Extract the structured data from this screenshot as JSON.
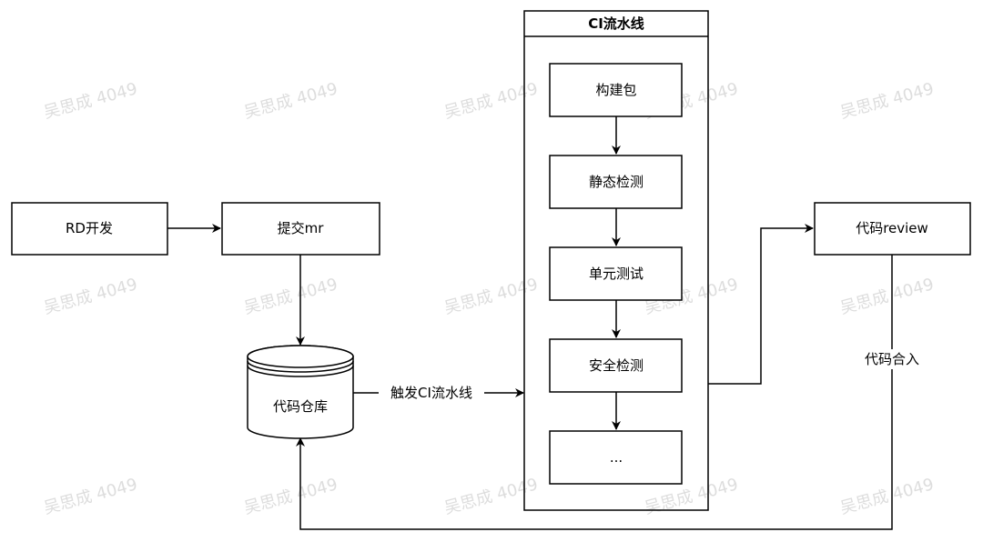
{
  "colors": {
    "stroke": "#000000",
    "fill": "#ffffff",
    "watermark": "#d0d0d0"
  },
  "watermark": {
    "text": "吴思成 4049"
  },
  "nodes": {
    "rd_dev": "RD开发",
    "submit_mr": "提交mr",
    "code_repo": "代码仓库",
    "code_review": "代码review"
  },
  "pipeline": {
    "title": "CI流水线",
    "steps": [
      "构建包",
      "静态检测",
      "单元测试",
      "安全检测",
      "..."
    ]
  },
  "edge_labels": {
    "trigger_ci": "触发CI流水线",
    "merge": "代码合入"
  }
}
